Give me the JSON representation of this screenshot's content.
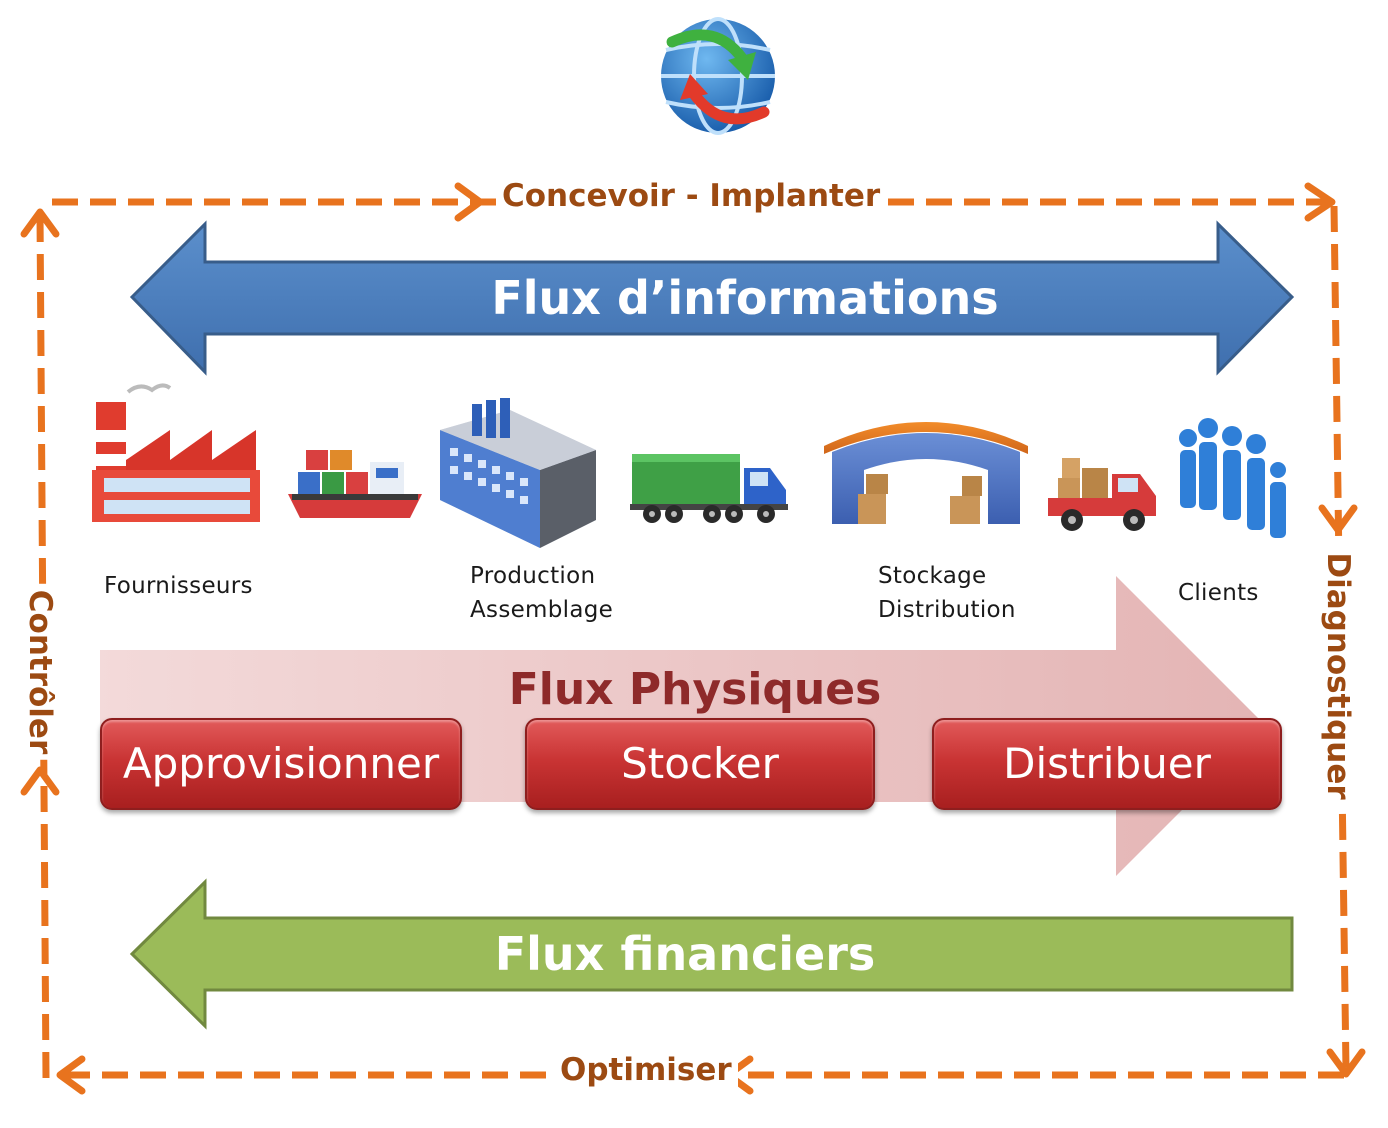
{
  "cycle": {
    "top": "Concevoir - Implanter",
    "right": "Diagnostiquer",
    "bottom": "Optimiser",
    "left": "Contrôler",
    "color": "#e8731e"
  },
  "flows": {
    "information": {
      "label": "Flux d’informations",
      "color": "#4f81bd"
    },
    "physical": {
      "label": "Flux Physiques",
      "color": "#e6b9b8"
    },
    "financial": {
      "label": "Flux financiers",
      "color": "#9bbb59"
    }
  },
  "stages": {
    "suppliers": "Fournisseurs",
    "production_line1": "Production",
    "production_line2": "Assemblage",
    "storage_line1": "Stockage",
    "storage_line2": "Distribution",
    "clients": "Clients"
  },
  "actions": {
    "supply": "Approvisionner",
    "store": "Stocker",
    "distribute": "Distribuer"
  },
  "icons": [
    "globe-arrows-icon",
    "factory-icon",
    "cargo-ship-icon",
    "production-building-icon",
    "truck-icon",
    "warehouse-icon",
    "pickup-truck-icon",
    "people-icon"
  ]
}
